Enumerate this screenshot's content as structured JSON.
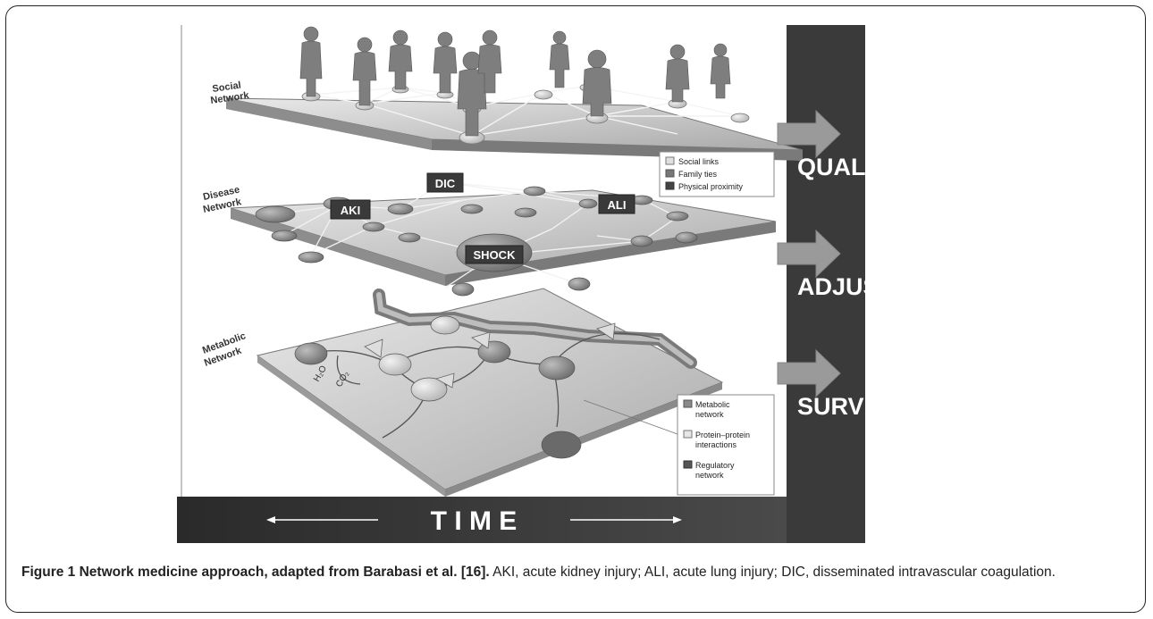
{
  "figure": {
    "layers": {
      "social": {
        "label_lines": [
          "Social",
          "Network"
        ],
        "legend": [
          "Social links",
          "Family ties",
          "Physical proximity"
        ]
      },
      "disease": {
        "label_lines": [
          "Disease",
          "Network"
        ],
        "nodes": [
          "DIC",
          "AKI",
          "ALI",
          "SHOCK"
        ]
      },
      "metabolic": {
        "label_lines": [
          "Metabolic",
          "Network"
        ],
        "molecules": [
          "H₂O",
          "CO₂"
        ],
        "legend": [
          [
            "Metabolic",
            "network"
          ],
          [
            "Protein–protein",
            "interactions"
          ],
          [
            "Regulatory",
            "network"
          ]
        ]
      }
    },
    "time_label": "T I M E",
    "outcomes": [
      "QUALITY",
      "ADJUSTED",
      "SURVIVAL"
    ]
  },
  "caption": {
    "bold": "Figure 1 Network medicine approach, adapted from Barabasi et al. [16].",
    "text": " AKI, acute kidney injury; ALI, acute lung injury; DIC, disseminated intravascular coagulation."
  }
}
